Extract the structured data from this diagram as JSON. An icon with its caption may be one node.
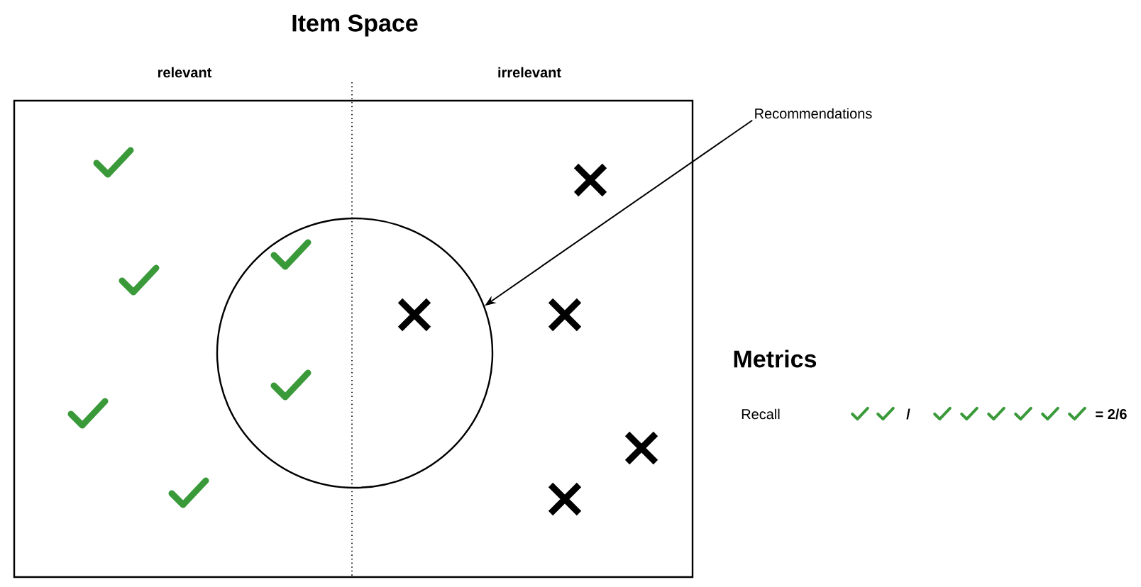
{
  "diagram": {
    "title": "Item Space",
    "nodes": [
      {
        "text": [
          "Recommendations"
        ]
      },
      {
        "text": [],
        "shape": "circle"
      }
    ],
    "edges": [
      {
        "from": 0,
        "to": 1,
        "arrow": "to"
      }
    ],
    "labels": [
      "relevant",
      "irrelevant",
      "Metrics",
      "Recall",
      "/",
      "= 2/6"
    ]
  }
}
